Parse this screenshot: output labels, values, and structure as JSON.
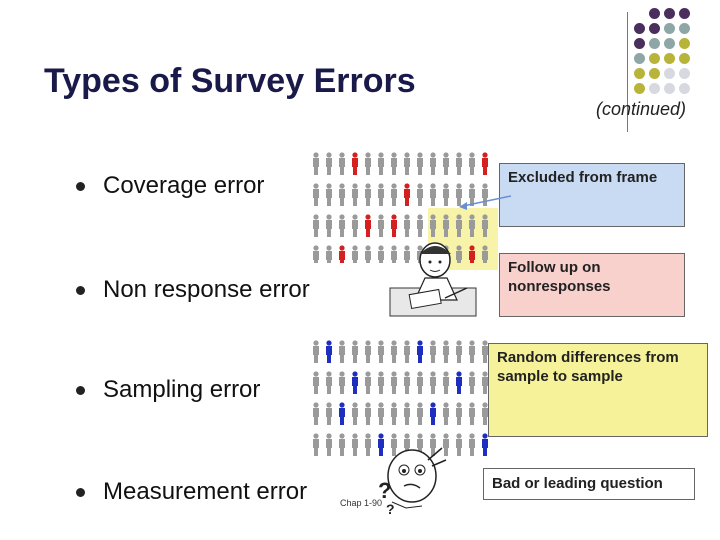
{
  "slide": {
    "title": "Types of Survey Errors",
    "continued": "(continued)"
  },
  "bullets": [
    {
      "label": "Coverage error"
    },
    {
      "label": "Non response error"
    },
    {
      "label": "Sampling error"
    },
    {
      "label": "Measurement error"
    }
  ],
  "callouts": {
    "coverage": "Excluded from frame",
    "nonresponse": "Follow up on nonresponses",
    "sampling": "Random differences from sample to sample",
    "measurement": "Bad or leading question"
  },
  "footer": "Chap 1-90",
  "colors": {
    "title": "#1a1a4a",
    "coverage_box": "#c9daf3",
    "nonresponse_box": "#f8d0cc",
    "sampling_box": "#f6f29a",
    "measurement_box": "#ffffff",
    "person_gray": "#9a9a9a",
    "person_red": "#d42020",
    "person_blue": "#1e2fc0",
    "dot_purple": "#4a2f5e",
    "dot_teal": "#8fa6a6",
    "dot_olive": "#b8b43a",
    "dot_light": "#d8d8e0"
  },
  "icons": {
    "coverage_arrow": "arrow-left-icon",
    "worker": "office-worker-icon",
    "confused": "confused-face-icon"
  }
}
